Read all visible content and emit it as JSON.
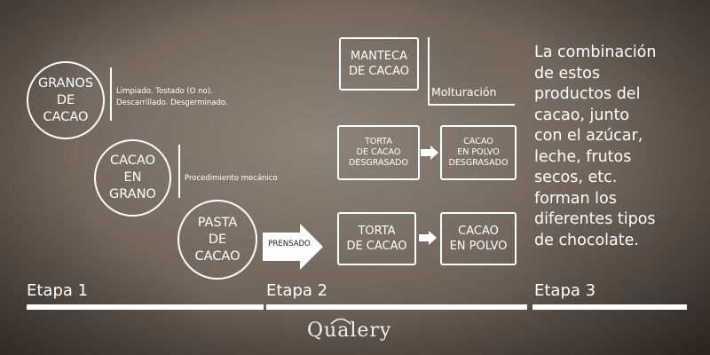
{
  "circles": {
    "granos": "GRANOS\nDE\nCACAO",
    "grano": "CACAO\nEN\nGRANO",
    "pasta": "PASTA\nDE\nCACAO"
  },
  "notes": {
    "step1": "Limpiado. Tostado (O no).\nDescarrillado. Desgerminado.",
    "step2": "Procedimiento mecánico"
  },
  "boxes": {
    "manteca": "MANTECA\nDE CACAO",
    "torta_desgrasada": "TORTA\nDE CACAO\nDESGRASADO",
    "polvo_desgrasado": "CACAO\nEN POLVO\nDESGRASADO",
    "torta": "TORTA\nDE CACAO",
    "polvo": "CACAO\nEN POLVO"
  },
  "arrow_label": "PRENSADO",
  "molturacion": "Molturación",
  "side_text": "La combinación\nde estos\nproductos del\ncacao, junto\ncon el azúcar,\nleche, frutos\nsecos, etc.\nforman los\ndiferentes tipos\nde chocolate.",
  "stages": [
    "Etapa 1",
    "Etapa 2",
    "Etapa 3"
  ],
  "brand": "Qualery",
  "colors": {
    "foreground": "#ffffff",
    "background": "#6b625a"
  }
}
